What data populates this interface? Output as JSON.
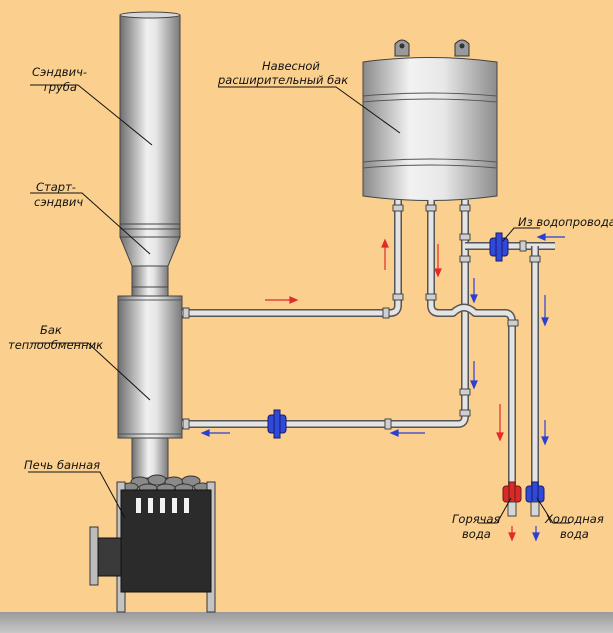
{
  "labels": {
    "sandwich_pipe": [
      "Сэндвич-",
      "труба"
    ],
    "start_sandwich": [
      "Старт-",
      "сэндвич"
    ],
    "heat_tank": [
      "Бак",
      "теплообменник"
    ],
    "stove": [
      "Печь банная"
    ],
    "expansion_tank": [
      "Навесной",
      "расширительный бак"
    ],
    "water_supply": [
      "Из водопровода"
    ],
    "hot_water": [
      "Горячая",
      "вода"
    ],
    "cold_water": [
      "Холодная",
      "вода"
    ]
  },
  "colors": {
    "background": "#fbd08f",
    "floor": "#b3b3b3",
    "metal_dark": "#6d6d6d",
    "metal_light": "#efefef",
    "stove": "#2b2b2b",
    "hot_flow": "#e32b2b",
    "cold_flow": "#2b3fd6",
    "hot_valve": "#d92a2a",
    "cold_valve": "#2f49d8",
    "outline": "#3a3a3a"
  }
}
